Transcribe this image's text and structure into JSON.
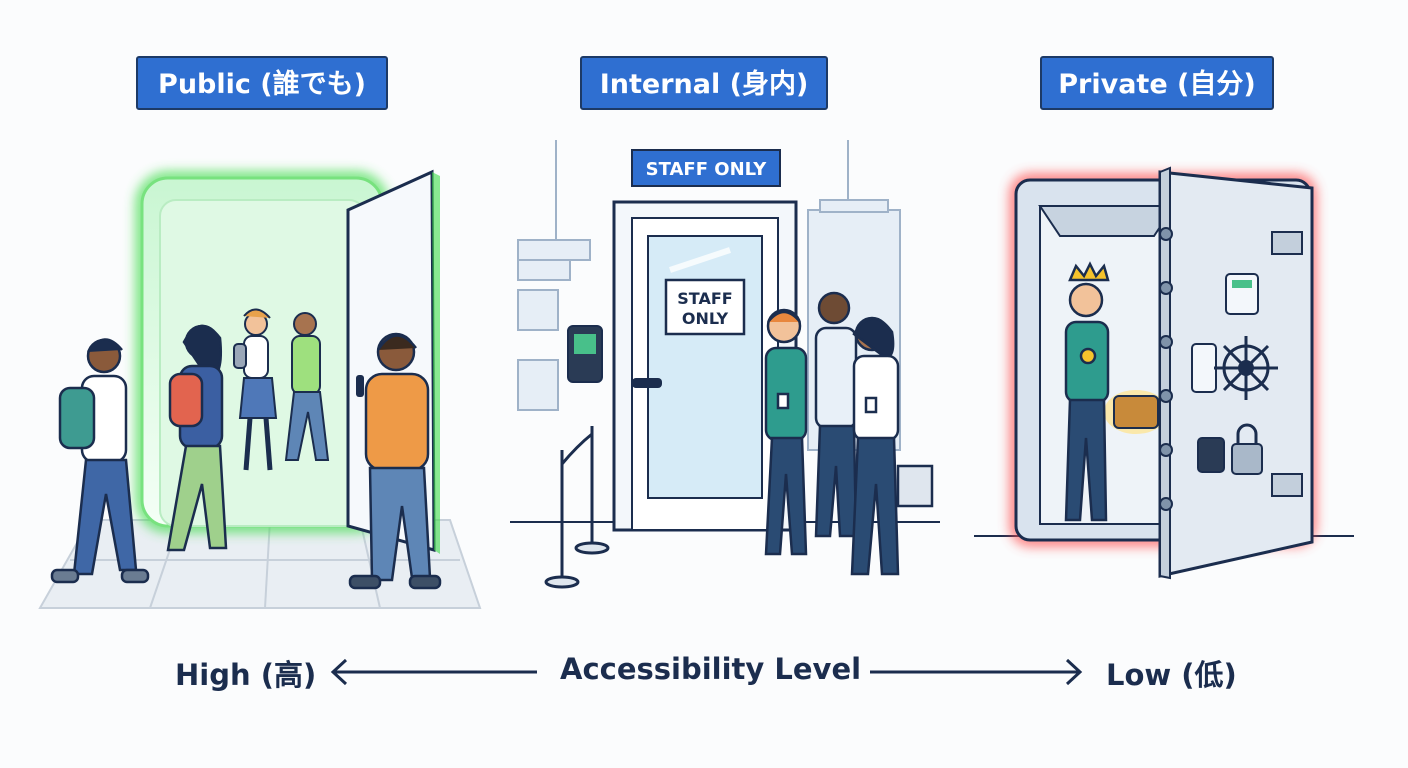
{
  "labels": {
    "public": "Public (誰でも)",
    "internal": "Internal (身内)",
    "private": "Private (自分)"
  },
  "signs": {
    "staff_only_header": "STAFF ONLY",
    "staff_only_door_line1": "STAFF",
    "staff_only_door_line2": "ONLY"
  },
  "axis": {
    "high": "High (高)",
    "title": "Accessibility Level",
    "low": "Low (低)"
  },
  "colors": {
    "badge_blue": "#2f6fd1",
    "public_glow": "#3ddc4a",
    "private_glow": "#ff4d4d",
    "outline": "#1b2d4e",
    "teal_uniform": "#2e9c8e"
  }
}
